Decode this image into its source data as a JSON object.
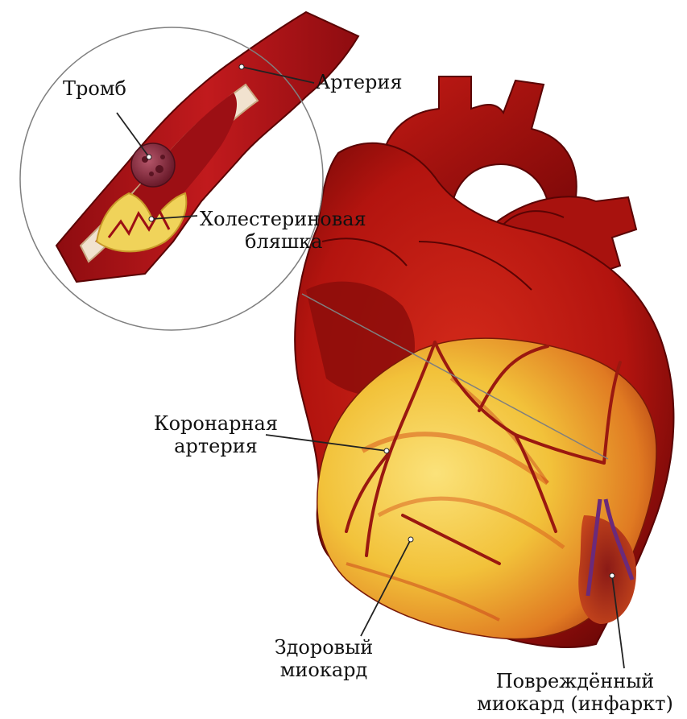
{
  "labels": {
    "thrombus": "Тромб",
    "artery": "Артерия",
    "plaque_line1": "Холестериновая",
    "plaque_line2": "бляшка",
    "coronary_line1": "Коронарная",
    "coronary_line2": "артерия",
    "healthy_line1": "Здоровый",
    "healthy_line2": "миокард",
    "damaged_line1": "Повреждённый",
    "damaged_line2": "миокард (инфаркт)"
  },
  "colors": {
    "heart_red": "#b3140f",
    "heart_dark": "#6e0606",
    "myocardium_yellow": "#f2c23a",
    "infarct_purple": "#6b2a7a",
    "artery_wall": "#a30f14",
    "plaque": "#f0d35a",
    "thrombus": "#8a2a3a"
  }
}
